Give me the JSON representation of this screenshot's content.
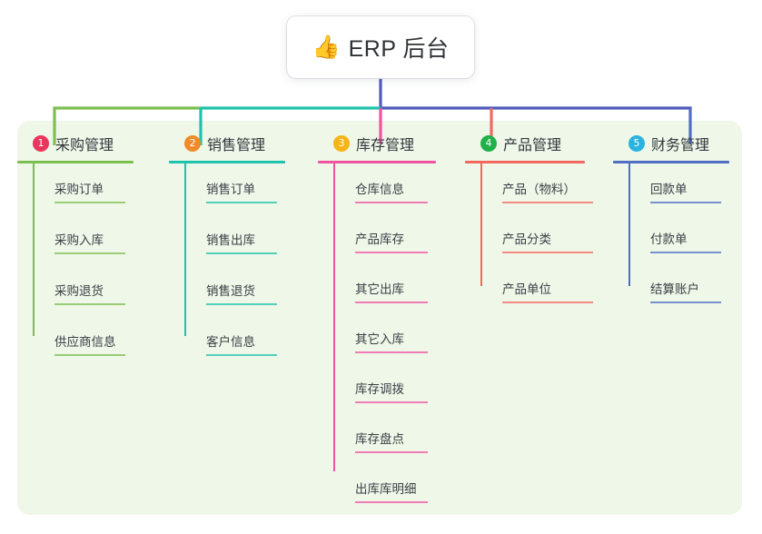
{
  "diagram": {
    "type": "mind-map",
    "root": {
      "icon": "thumbs-up-icon",
      "icon_glyph": "👍",
      "title": "ERP 后台"
    },
    "panel_color": "#eff7e9",
    "stem_color": "#4f5bbd",
    "branches": [
      {
        "number": "1",
        "title": "采购管理",
        "badge_color": "#e8365d",
        "line_color": "#7cbf4e",
        "connector_color": "#7cbf4e",
        "items": [
          "采购订单",
          "采购入库",
          "采购退货",
          "供应商信息"
        ]
      },
      {
        "number": "2",
        "title": "销售管理",
        "badge_color": "#f08b29",
        "line_color": "#1fc2ac",
        "connector_color": "#1fc2ac",
        "items": [
          "销售订单",
          "销售出库",
          "销售退货",
          "客户信息"
        ]
      },
      {
        "number": "3",
        "title": "库存管理",
        "badge_color": "#f5b417",
        "line_color": "#ef54a0",
        "connector_color": "#ef54a0",
        "items": [
          "仓库信息",
          "产品库存",
          "其它出库",
          "其它入库",
          "库存调拨",
          "库存盘点",
          "出库库明细"
        ]
      },
      {
        "number": "4",
        "title": "产品管理",
        "badge_color": "#22b04b",
        "line_color": "#f4685f",
        "connector_color": "#f4685f",
        "items": [
          "产品（物料）",
          "产品分类",
          "产品单位"
        ]
      },
      {
        "number": "5",
        "title": "财务管理",
        "badge_color": "#2bb3e0",
        "line_color": "#4f6ec4",
        "connector_color": "#4f6ec4",
        "items": [
          "回款单",
          "付款单",
          "结算账户"
        ]
      }
    ]
  }
}
